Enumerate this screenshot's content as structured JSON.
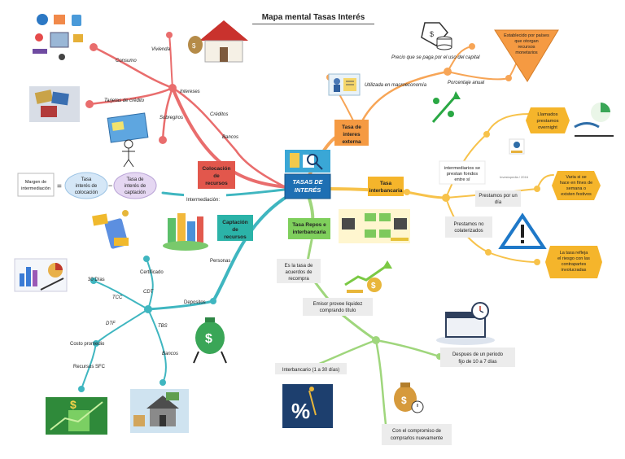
{
  "title": "Mapa mental Tasas Interés",
  "central": "TASAS DE INTERÉS",
  "colocacion": {
    "title": "Colocación de recursos",
    "branch": [
      "Consumo",
      "Vivienda",
      "Intereses",
      "Tarjetas de crédito",
      "Sobregiros",
      "Créditos",
      "Bancos"
    ],
    "intermediacion": "Intermediación:",
    "formula": {
      "left": "Margen de intermediación",
      "mid": "Tasa interés de colocación",
      "right": "Tasa de interés de captación",
      "minus": "−",
      "equals": "="
    }
  },
  "captacion": {
    "title": "Captación de recursos",
    "personas": "Personas",
    "depositos": "Depositos",
    "items": [
      "Certificado",
      "CDT",
      "TCC",
      "30 Días",
      "DTF",
      "TBS",
      "Costo promedio",
      "Recursos SFC",
      "Bancos"
    ]
  },
  "externa": {
    "title": "Tasa de interes externa",
    "items": [
      "Precio que se paga por el uso del capital",
      "Utilizada en macroeconomía",
      "Porcentaje anual",
      "Establecido por paises que otorgan recursos monetarios"
    ]
  },
  "interbancaria": {
    "title": "Tasa interbancaria",
    "intermediarios": "intermediarios se prestan fondos entre sí",
    "prestamos_dia": "Prestamos por un dia",
    "prestamos_no": "Prestamos no colaterizados",
    "llamados": "Llamados prestamos overnight",
    "varia": "Varia si se hace en fines de semana o existen festivos",
    "riesgo": "La tasa refleja el riesgo con las contrapartes involucradas"
  },
  "repos": {
    "title": "Tasa Repos e interbancaria",
    "acuerdos": "Es la tasa de acuerdos de recompra",
    "emisor": "Emisor provee liquidez comprando título",
    "interbancario": "Interbancario (1 a 30 días)",
    "despues": "Despues de un periodo fijo de 10 a 7 días",
    "compromiso": "Con el compromiso de comprarlos nuevamente"
  },
  "colors": {
    "central": "#1f6fb2",
    "colocacion": "#e2574c",
    "captacion": "#2bb3a8",
    "externa": "#f59a42",
    "interbancaria": "#f5b52b",
    "repos": "#8ed46c",
    "branch_red": "#ea6b6b",
    "branch_teal": "#3fb6c0",
    "branch_orange": "#f7a556",
    "branch_gold": "#f7c24a",
    "branch_green": "#a0d57e"
  },
  "icons": [
    "shopping-icon",
    "house-icon",
    "credit-cards-icon",
    "id-card-icon",
    "money-phone-icon",
    "city-icon",
    "charts-icon",
    "money-bag-icon",
    "calculator-growth-icon",
    "house-money-icon",
    "tag-coins-icon",
    "document-man-icon",
    "percent-arrow-icon",
    "handshake-icon",
    "warning-icon",
    "bank-transfer-icon",
    "coin-growth-icon",
    "calendar-clock-icon",
    "money-bag-clock-icon",
    "percent-ladder-icon"
  ]
}
